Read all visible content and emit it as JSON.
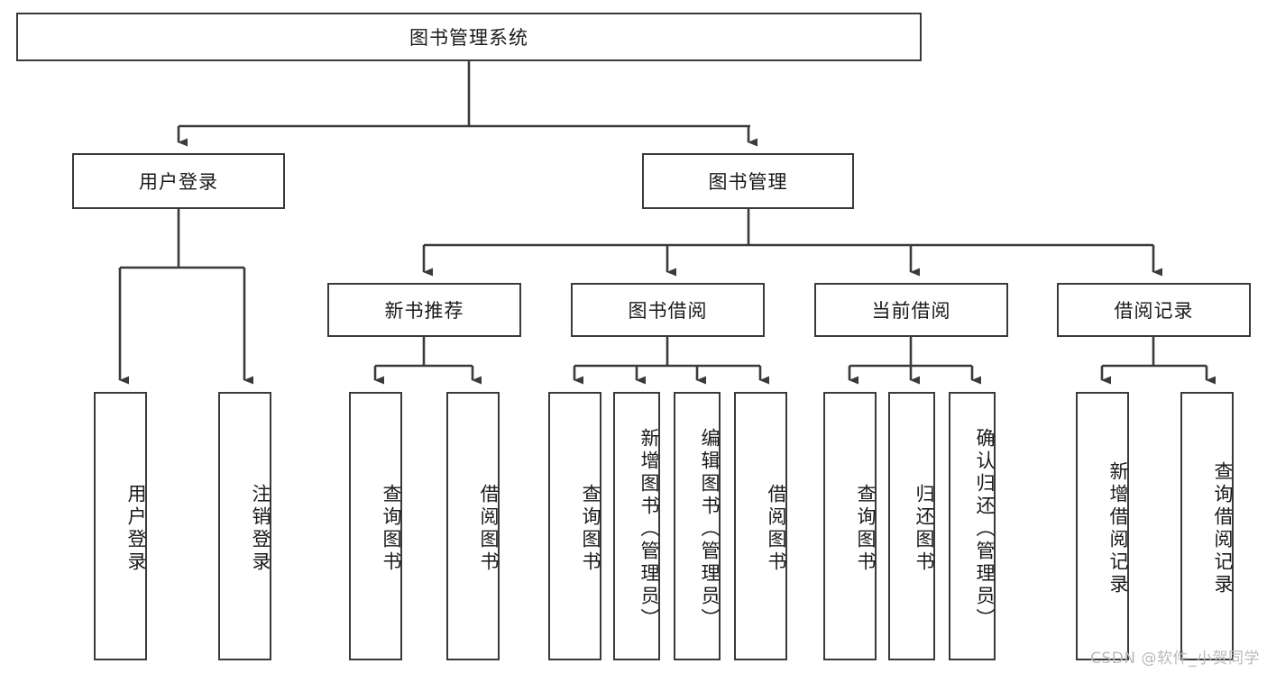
{
  "diagram": {
    "type": "tree-hierarchy",
    "title": "图书管理系统",
    "orientation": "top-down",
    "watermark": "CSDN @软件_小贺同学",
    "colors": {
      "background": "#ffffff",
      "box_border": "#3a3a3a",
      "box_fill": "#ffffff",
      "text": "#1a1a1a",
      "connector": "#3a3a3a",
      "watermark": "#b9b9b9"
    },
    "root": {
      "label": "图书管理系统"
    },
    "level2": [
      {
        "label": "用户登录"
      },
      {
        "label": "图书管理"
      }
    ],
    "level3": [
      {
        "label": "新书推荐"
      },
      {
        "label": "图书借阅"
      },
      {
        "label": "当前借阅"
      },
      {
        "label": "借阅记录"
      }
    ],
    "leaves": [
      {
        "label": "用户登录",
        "parent": "用户登录"
      },
      {
        "label": "注销登录",
        "parent": "用户登录"
      },
      {
        "label": "查询图书",
        "parent": "新书推荐"
      },
      {
        "label": "借阅图书",
        "parent": "新书推荐"
      },
      {
        "label": "查询图书",
        "parent": "图书借阅"
      },
      {
        "label": "新增图书（管理员）",
        "parent": "图书借阅"
      },
      {
        "label": "编辑图书（管理员）",
        "parent": "图书借阅"
      },
      {
        "label": "借阅图书",
        "parent": "图书借阅"
      },
      {
        "label": "查询图书",
        "parent": "当前借阅"
      },
      {
        "label": "归还图书",
        "parent": "当前借阅"
      },
      {
        "label": "确认归还（管理员）",
        "parent": "当前借阅"
      },
      {
        "label": "新增借阅记录",
        "parent": "借阅记录"
      },
      {
        "label": "查询借阅记录",
        "parent": "借阅记录"
      }
    ]
  }
}
